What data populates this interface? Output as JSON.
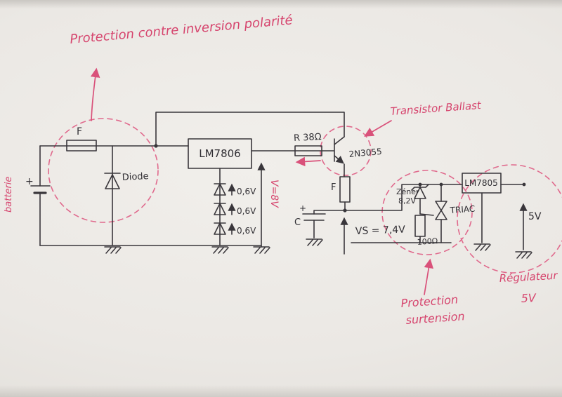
{
  "colors": {
    "paper": "#ece9e5",
    "ink": "#39363b",
    "accent": "#d6456e"
  },
  "annotations": {
    "polarity": "Protection contre inversion polarité",
    "battery": "batterie",
    "ballast": "Transistor Ballast",
    "v_out_reg1": "V=8V",
    "surge": {
      "line1": "Protection",
      "line2": "surtension"
    },
    "regulator": {
      "line1": "Régulateur",
      "line2": "5V"
    }
  },
  "labels": {
    "fuse_main": "F",
    "battery_plus": "+",
    "diode": "Diode",
    "regulator1": "LM7806",
    "drop1": "0,6V",
    "drop2": "0,6V",
    "drop3": "0,6V",
    "ballast_resistor": "R 38Ω",
    "transistor": "2N3055",
    "fuse_secondary": "F",
    "capacitor": "C",
    "cap_plus": "+",
    "vs": "VS = 7,4V",
    "zener_line1": "Zéner",
    "zener_line2": "8,2V",
    "triac": "TRIAC",
    "gate_resistor": "100Ω",
    "regulator2": "LM7805",
    "v_out": "5V"
  }
}
